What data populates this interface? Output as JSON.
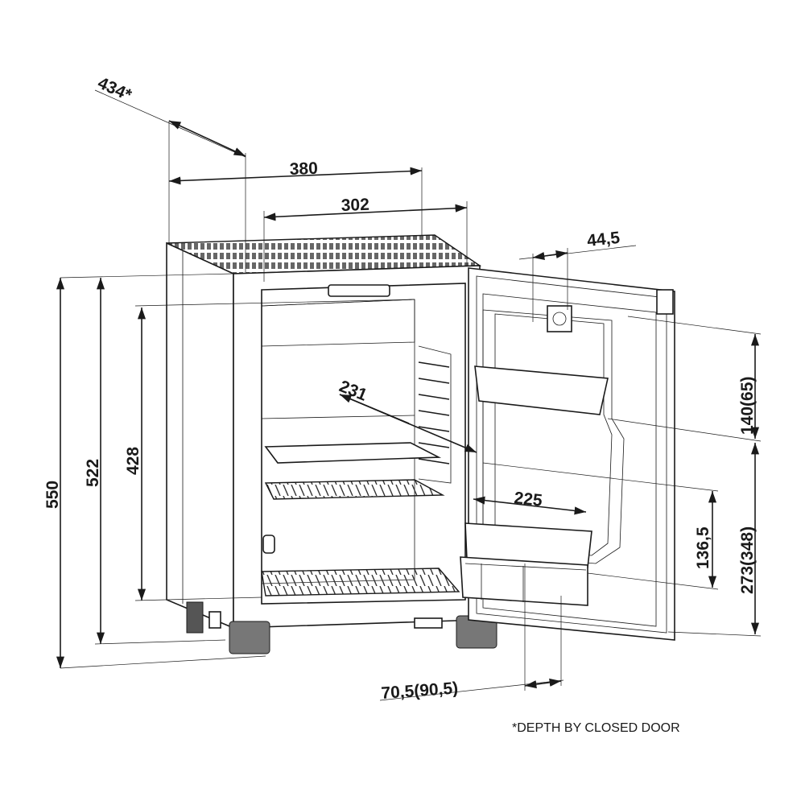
{
  "dimensions": {
    "depth_closed": "434*",
    "outer_width": "380",
    "inner_width": "302",
    "door_thickness": "44,5",
    "height_total": "550",
    "height_body": "522",
    "height_interior": "428",
    "interior_depth": "231",
    "door_shelf_width": "225",
    "shelf_top_height": "140(65)",
    "shelf_mid_height": "136,5",
    "shelf_bottom_height": "273(348)",
    "door_offset": "70,5(90,5)"
  },
  "footnote": "*DEPTH BY CLOSED DOOR"
}
